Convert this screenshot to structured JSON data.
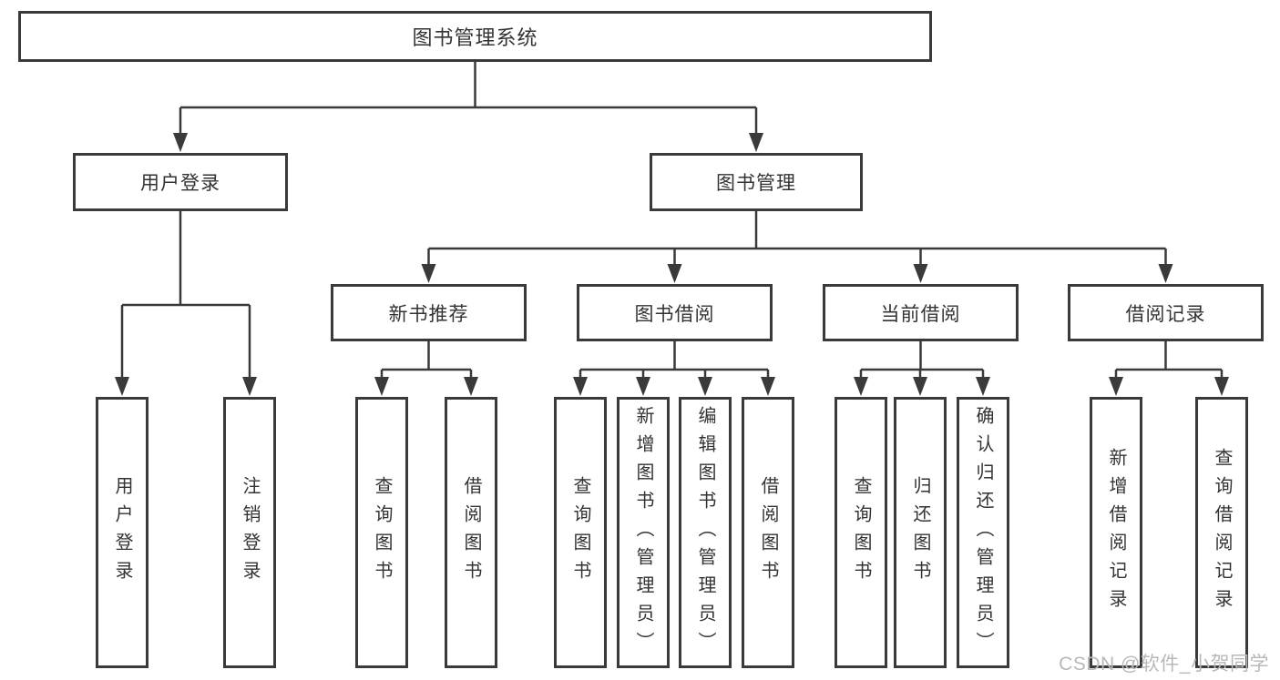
{
  "tree": {
    "label": "图书管理系统",
    "children": [
      {
        "label": "用户登录",
        "children": [
          {
            "label": "用户登录"
          },
          {
            "label": "注销登录"
          }
        ]
      },
      {
        "label": "图书管理",
        "children": [
          {
            "label": "新书推荐",
            "children": [
              {
                "label": "查询图书"
              },
              {
                "label": "借阅图书"
              }
            ]
          },
          {
            "label": "图书借阅",
            "children": [
              {
                "label": "查询图书"
              },
              {
                "label": "新增图书（管理员）"
              },
              {
                "label": "编辑图书（管理员）"
              },
              {
                "label": "借阅图书"
              }
            ]
          },
          {
            "label": "当前借阅",
            "children": [
              {
                "label": "查询图书"
              },
              {
                "label": "归还图书"
              },
              {
                "label": "确认归还（管理员）"
              }
            ]
          },
          {
            "label": "借阅记录",
            "children": [
              {
                "label": "新增借阅记录"
              },
              {
                "label": "查询借阅记录"
              }
            ]
          }
        ]
      }
    ]
  },
  "watermark": {
    "text": "CSDN @软件_小贺同学"
  },
  "colors": {
    "line": "#3a3a3a",
    "text": "#333333",
    "background": "#ffffff",
    "watermark": "#b8b8b8"
  }
}
